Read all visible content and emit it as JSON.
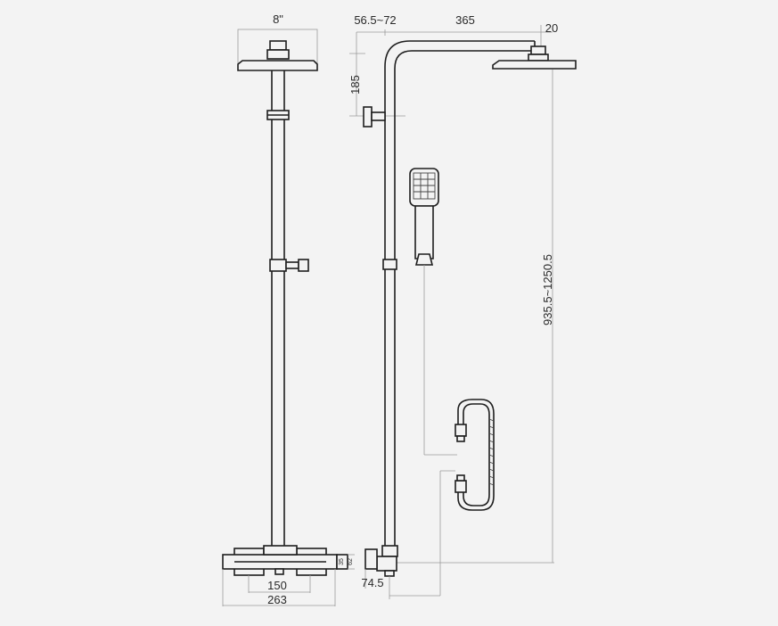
{
  "dimensions": {
    "head_size": "8\"",
    "arm_offset": "56.5~72",
    "arm_length": "365",
    "head_drop": "20",
    "bracket_height": "185",
    "total_height": "935.5~1250.5",
    "inlet_spacing": "150",
    "valve_width": "263",
    "valve_depth_small": "35",
    "valve_depth_large": "62",
    "valve_projection": "74.5"
  }
}
